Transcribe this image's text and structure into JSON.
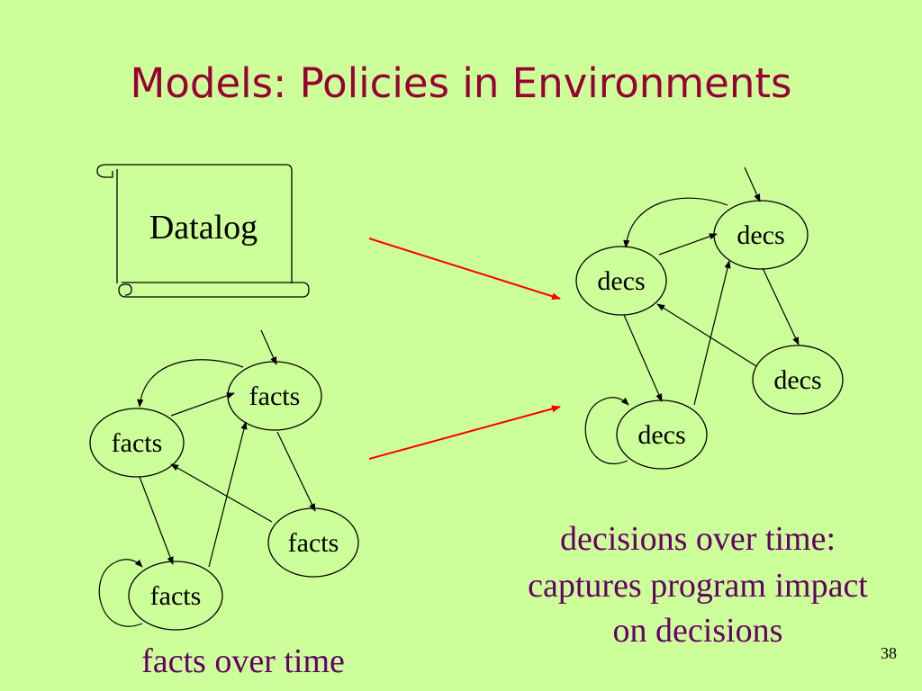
{
  "slide": {
    "title": "Models: Policies in Environments",
    "page_number": "38"
  },
  "scroll": {
    "label": "Datalog"
  },
  "facts_graph": {
    "node_labels": [
      "facts",
      "facts",
      "facts",
      "facts"
    ],
    "caption": "facts over time"
  },
  "decs_graph": {
    "node_labels": [
      "decs",
      "decs",
      "decs",
      "decs"
    ],
    "caption_lines": [
      "decisions over time:",
      "captures program impact",
      "on decisions"
    ]
  },
  "colors": {
    "background": "#ccff99",
    "title": "#990033",
    "caption": "#660066",
    "arrow_highlight": "#ff0000"
  }
}
